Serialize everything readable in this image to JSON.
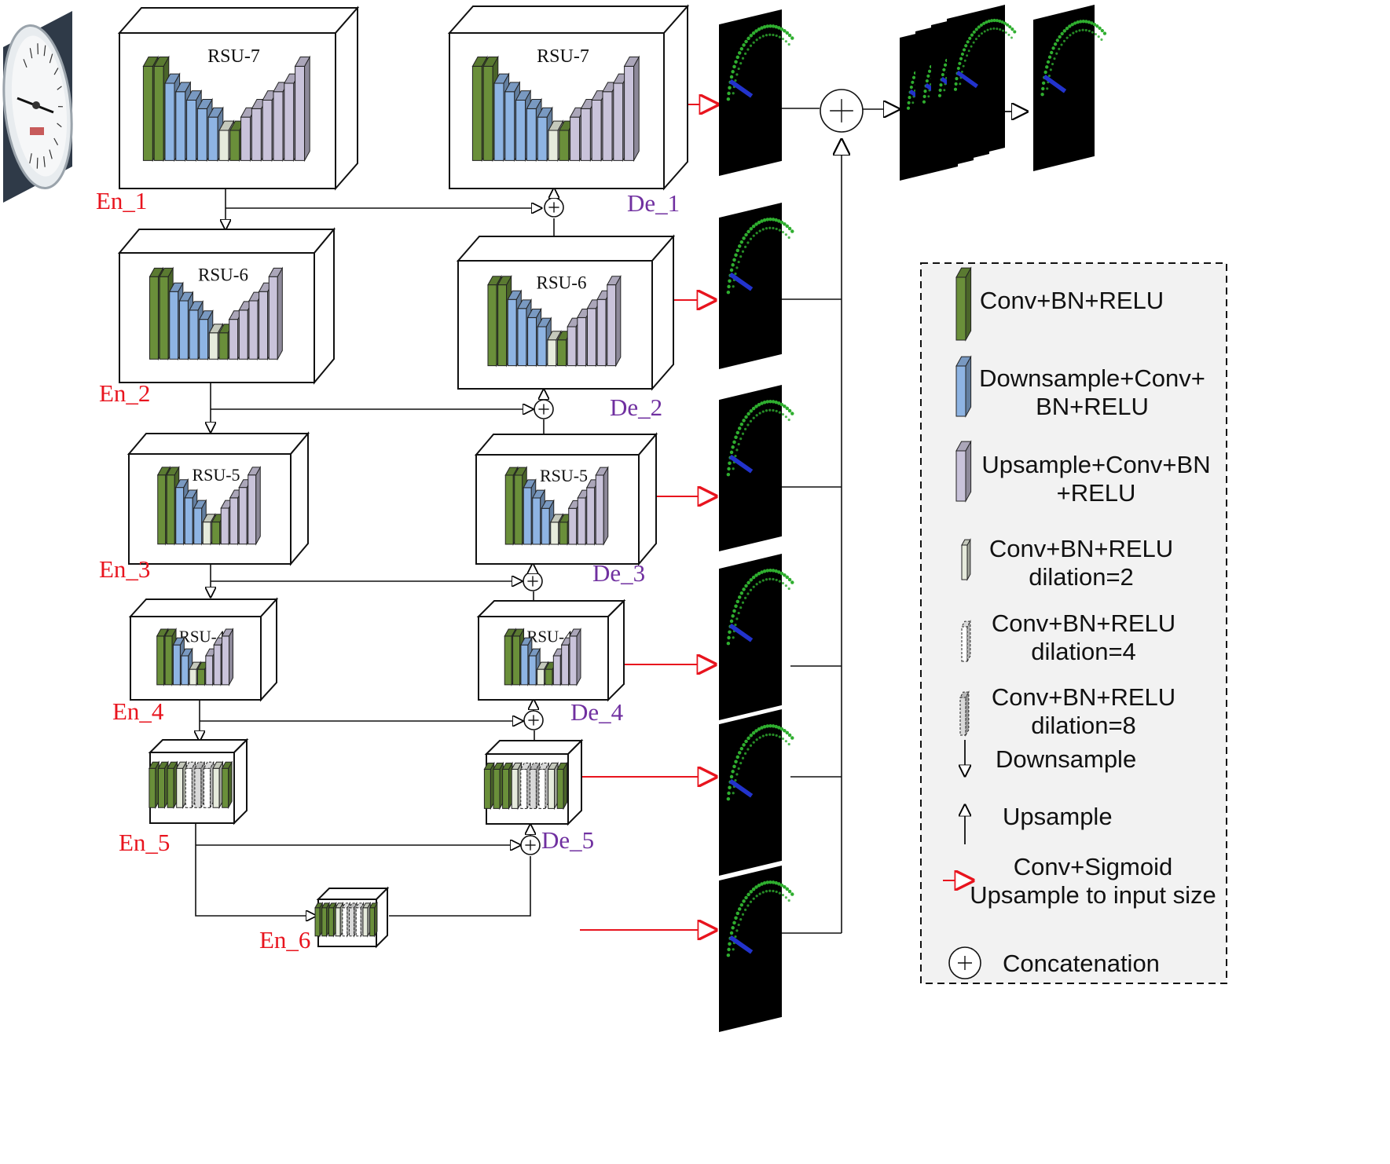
{
  "encoders": [
    {
      "id": "en1",
      "label": "En_1",
      "title": "RSU-7",
      "variant": 7
    },
    {
      "id": "en2",
      "label": "En_2",
      "title": "RSU-6",
      "variant": 6
    },
    {
      "id": "en3",
      "label": "En_3",
      "title": "RSU-5",
      "variant": 5
    },
    {
      "id": "en4",
      "label": "En_4",
      "title": "RSU-4",
      "variant": 4
    },
    {
      "id": "en5",
      "label": "En_5",
      "title": "RSU-4F",
      "variant": "4F"
    },
    {
      "id": "en6",
      "label": "En_6",
      "title": "RSU-4F",
      "variant": "4F"
    }
  ],
  "decoders": [
    {
      "id": "de1",
      "label": "De_1",
      "title": "RSU-7",
      "variant": 7
    },
    {
      "id": "de2",
      "label": "De_2",
      "title": "RSU-6",
      "variant": 6
    },
    {
      "id": "de3",
      "label": "De_3",
      "title": "RSU-5",
      "variant": 5
    },
    {
      "id": "de4",
      "label": "De_4",
      "title": "RSU-4",
      "variant": 4
    },
    {
      "id": "de5",
      "label": "De_5",
      "title": "RSU-4F",
      "variant": "4F"
    }
  ],
  "legend": {
    "items": [
      {
        "id": "conv",
        "lines": [
          "Conv+BN+RELU"
        ]
      },
      {
        "id": "down",
        "lines": [
          "Downsample+Conv+",
          "BN+RELU"
        ]
      },
      {
        "id": "up",
        "lines": [
          "Upsample+Conv+BN",
          "+RELU"
        ]
      },
      {
        "id": "d2",
        "lines": [
          "Conv+BN+RELU",
          "dilation=2"
        ]
      },
      {
        "id": "d4",
        "lines": [
          "Conv+BN+RELU",
          "dilation=4"
        ]
      },
      {
        "id": "d8",
        "lines": [
          "Conv+BN+RELU",
          "dilation=8"
        ]
      },
      {
        "id": "downsample",
        "lines": [
          "Downsample"
        ]
      },
      {
        "id": "upsample",
        "lines": [
          "Upsample"
        ]
      },
      {
        "id": "sigmoid",
        "lines": [
          "Conv+Sigmoid",
          "Upsample to input size"
        ]
      },
      {
        "id": "concat",
        "lines": [
          "Concatenation"
        ]
      }
    ]
  },
  "colors": {
    "conv": "#6a8f3a",
    "down": "#8eb4e3",
    "up": "#c9c3da",
    "dilation": "#e6ebdc",
    "red_arrow": "#e8141e",
    "encoder_label": "#e8141e",
    "decoder_label": "#7030a0",
    "map_bg": "#000000",
    "map_arc": "#2fae2f",
    "map_needle": "#2233cc"
  }
}
